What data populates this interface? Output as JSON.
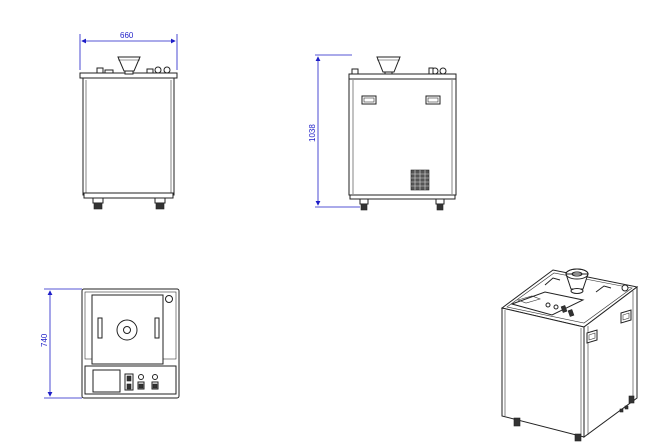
{
  "dimensions": {
    "width": "660",
    "height": "1038",
    "depth": "740"
  },
  "colors": {
    "dimension": "#1e1ec8",
    "outline": "#222222",
    "background": "#ffffff"
  }
}
